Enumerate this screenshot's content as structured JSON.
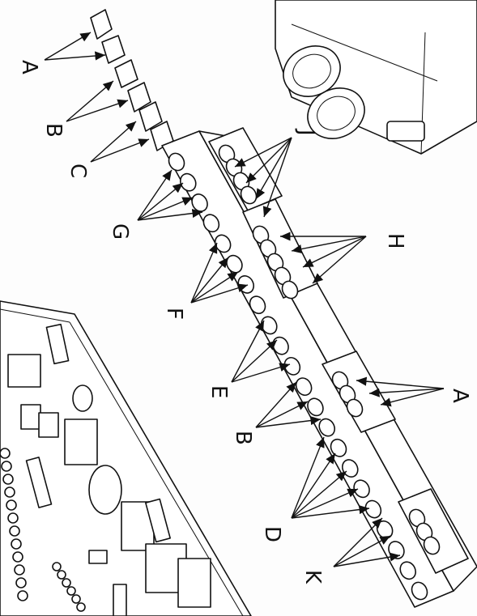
{
  "labels": {
    "left_a": "A",
    "left_b": "B",
    "left_c": "C",
    "g": "G",
    "f": "F",
    "e": "E",
    "b_mid": "B",
    "d": "D",
    "k": "K",
    "a_right": "A",
    "h": "H",
    "j": "J"
  },
  "colors": {
    "ink": "#111111",
    "paper": "#fdfdfd"
  }
}
